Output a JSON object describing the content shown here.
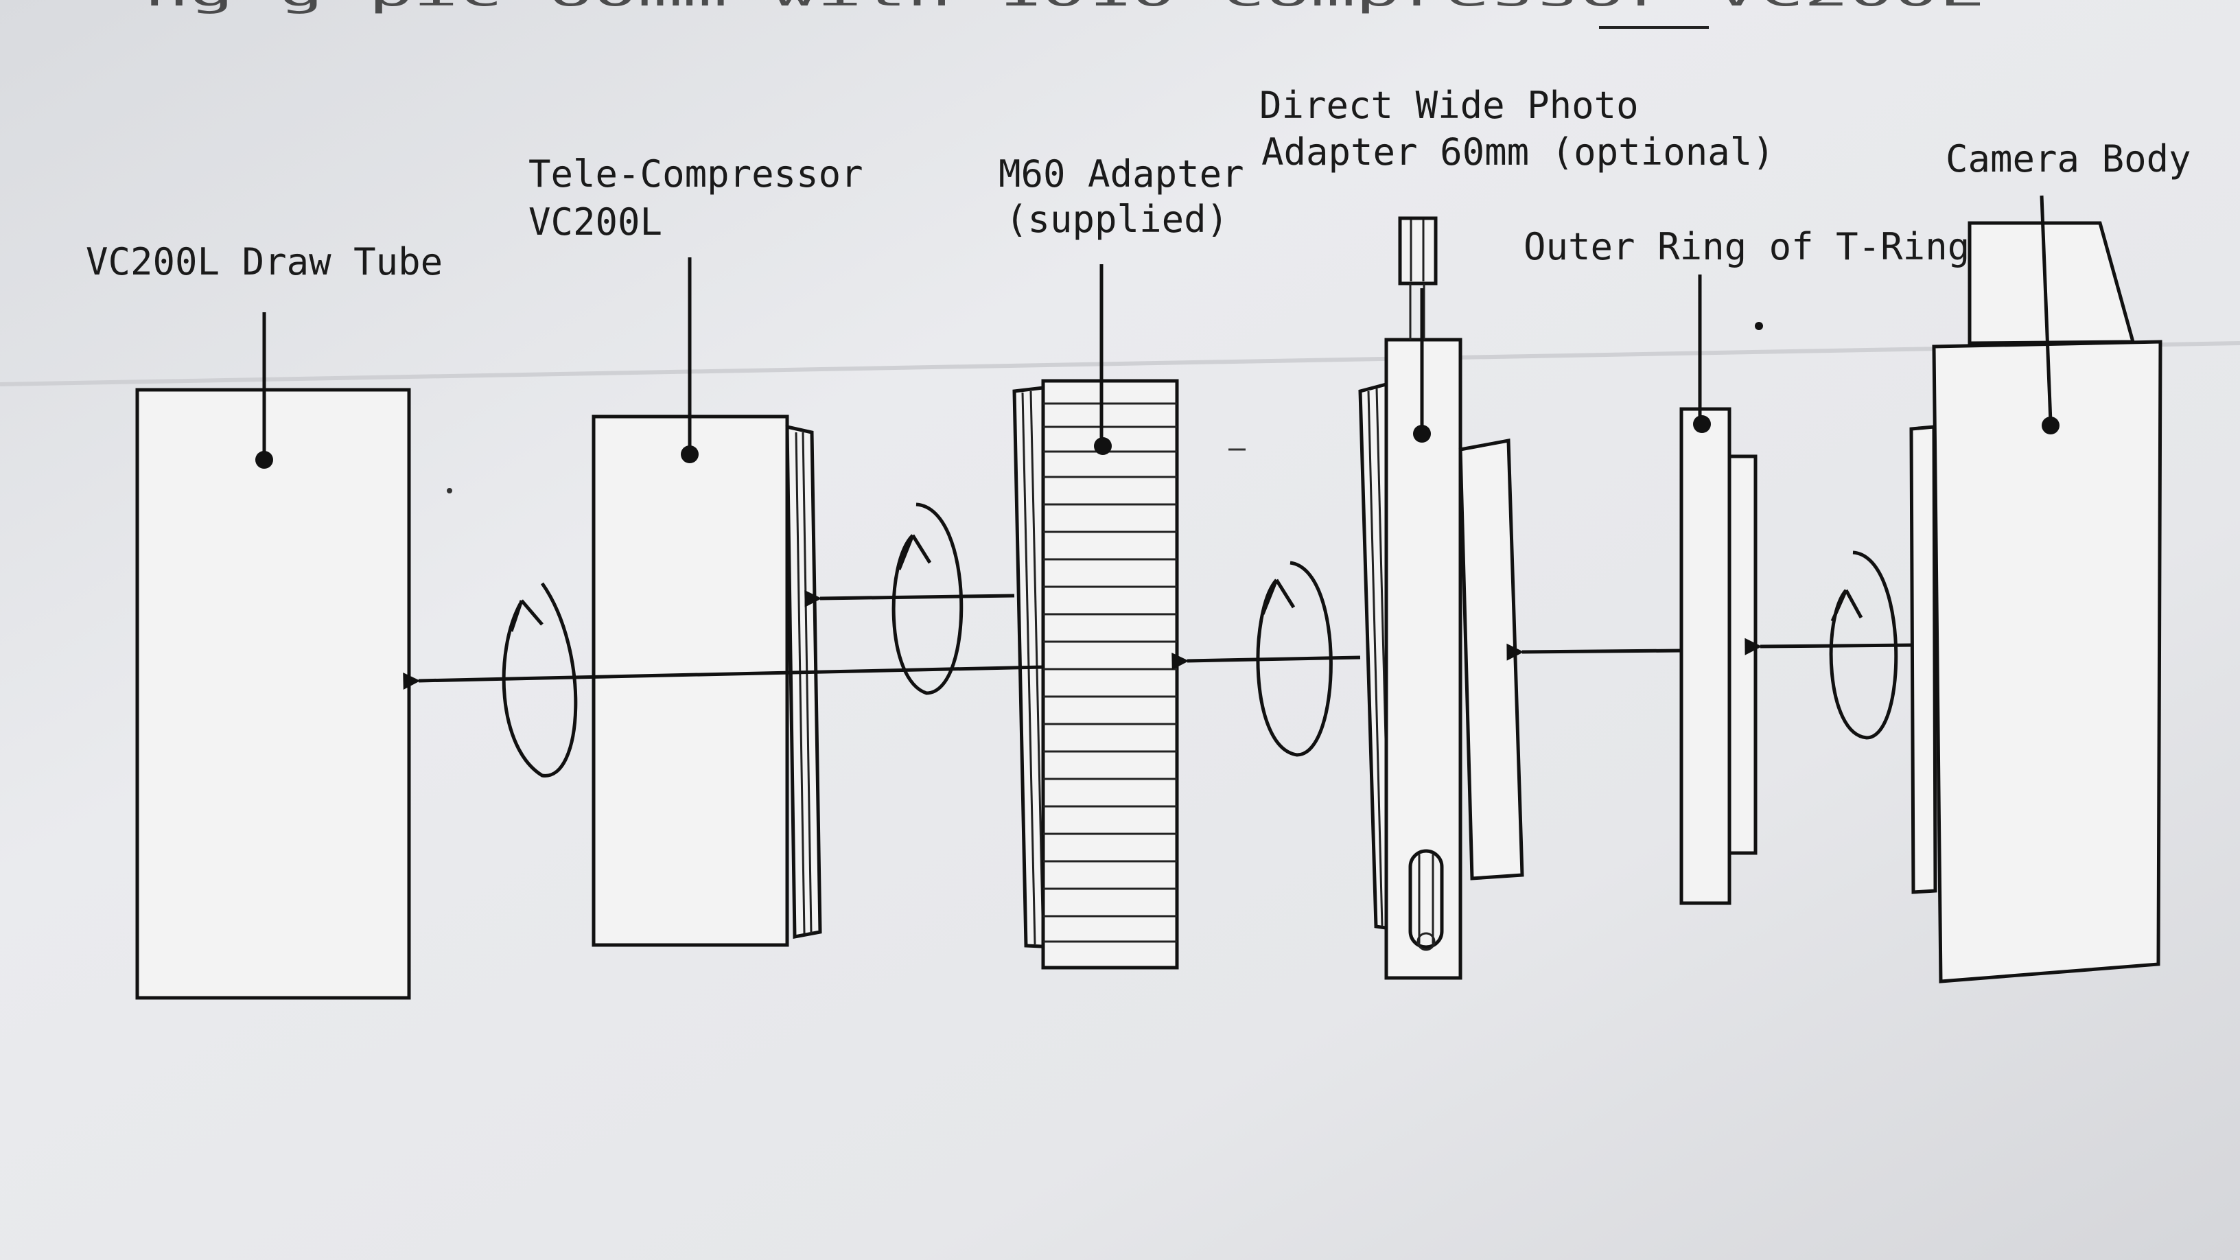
{
  "header": {
    "partial_text": "ng  g          pic 60mm with 1010 compressor VC200L"
  },
  "labels": {
    "draw_tube": "VC200L Draw Tube",
    "tele_compressor_1": "Tele-Compressor",
    "tele_compressor_2": "VC200L",
    "m60_adapter_1": "M60 Adapter",
    "m60_adapter_2": "(supplied)",
    "direct_wide_1": "Direct Wide Photo",
    "direct_wide_2": "Adapter 60mm (optional)",
    "outer_ring": "Outer Ring of T-Ring",
    "camera_body": "Camera Body"
  }
}
